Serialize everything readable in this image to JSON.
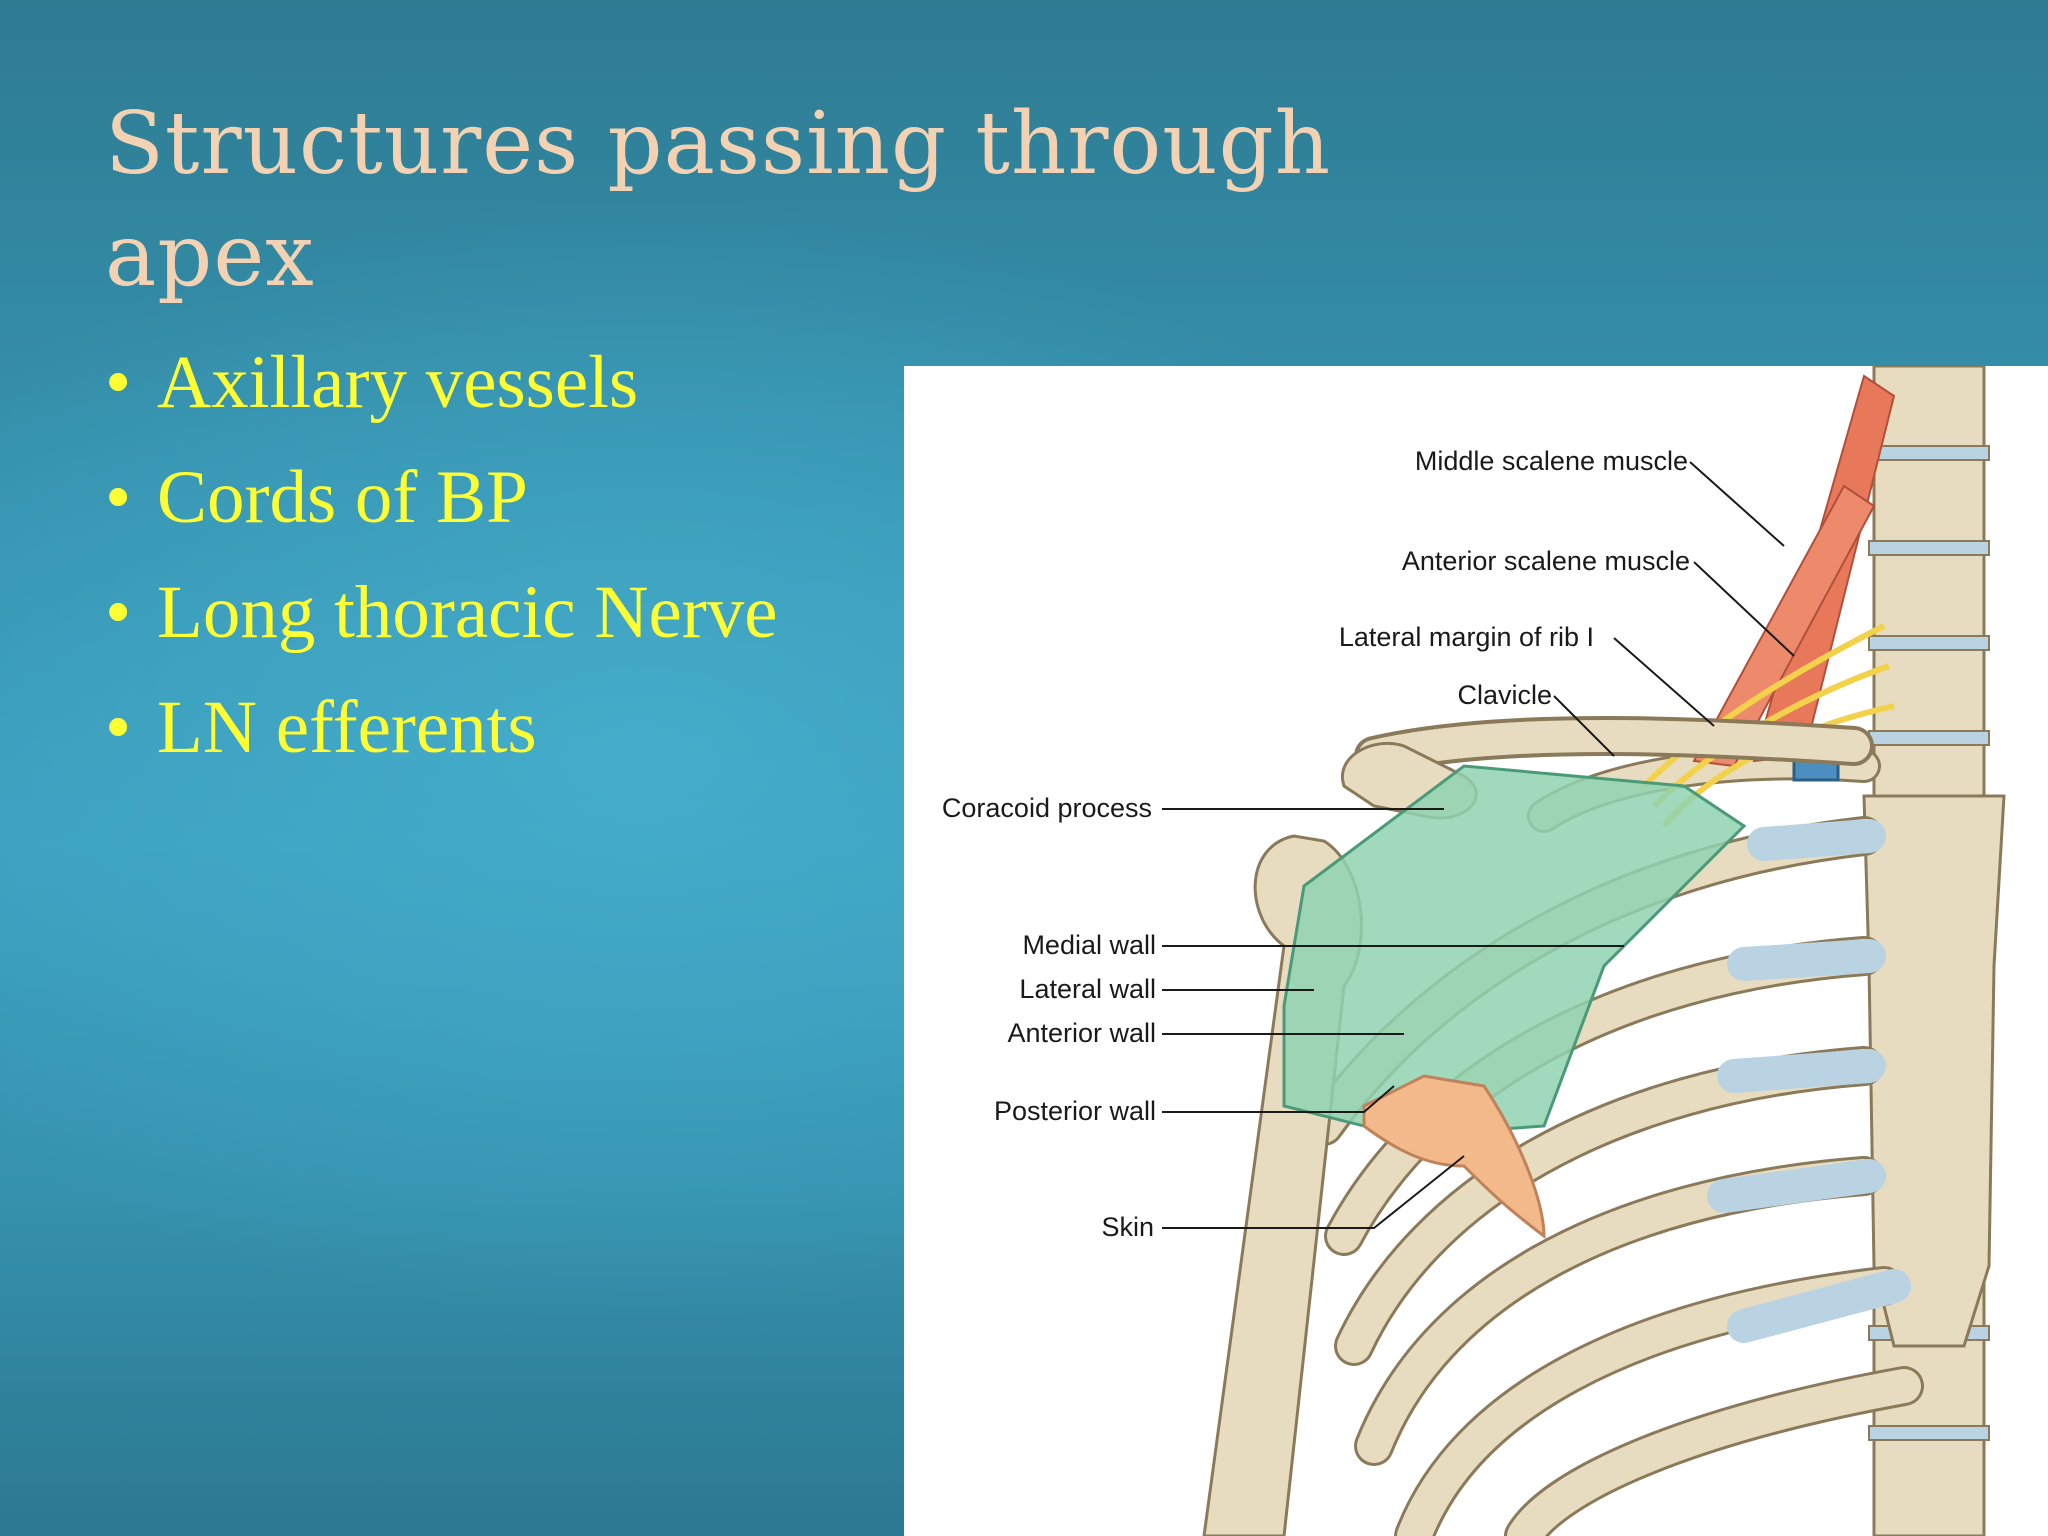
{
  "title": "Structures passing through apex",
  "bullets": [
    "Axillary vessels",
    "Cords of BP",
    "Long thoracic Nerve",
    "LN efferents"
  ],
  "bullet_glyph": "•",
  "figure": {
    "labels": {
      "middle_scalene": "Middle scalene muscle",
      "anterior_scalene": "Anterior scalene muscle",
      "lateral_margin_rib": "Lateral margin of rib I",
      "clavicle": "Clavicle",
      "coracoid": "Coracoid process",
      "medial_wall": "Medial wall",
      "lateral_wall": "Lateral wall",
      "anterior_wall": "Anterior wall",
      "posterior_wall": "Posterior wall",
      "skin": "Skin"
    },
    "colors": {
      "bone": "#e8dcc0",
      "bone_outline": "#8a7a5a",
      "cartilage": "#b9d3e3",
      "muscle": "#e8785a",
      "axilla": "#8fd2b0",
      "skin": "#f3b98a",
      "nerve": "#f2d24a",
      "vessel": "#4a8fc0"
    }
  }
}
